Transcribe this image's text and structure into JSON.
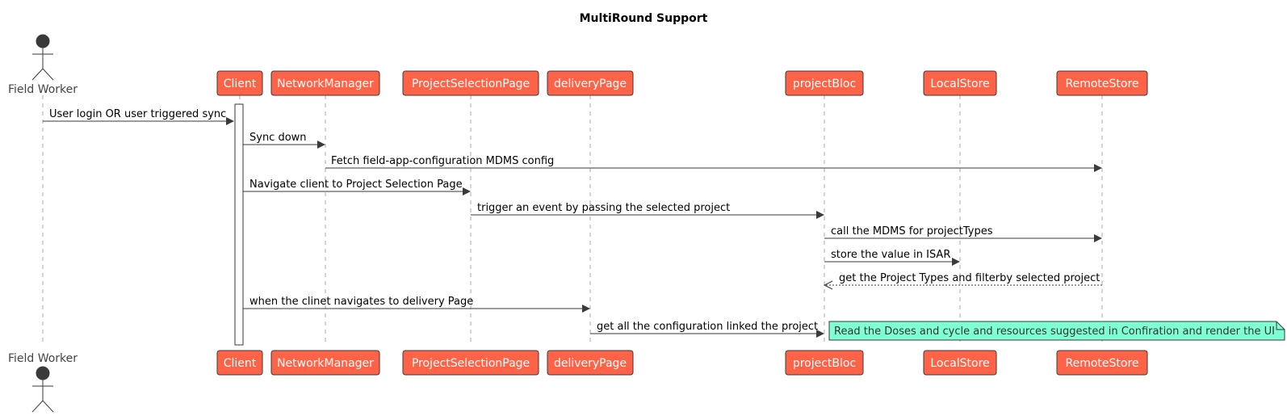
{
  "title": "MultiRound Support",
  "actor": {
    "label": "Field Worker"
  },
  "participants": [
    {
      "id": "client",
      "label": "Client"
    },
    {
      "id": "network",
      "label": "NetworkManager"
    },
    {
      "id": "projsel",
      "label": "ProjectSelectionPage"
    },
    {
      "id": "delivery",
      "label": "deliveryPage"
    },
    {
      "id": "bloc",
      "label": "projectBloc"
    },
    {
      "id": "local",
      "label": "LocalStore"
    },
    {
      "id": "remote",
      "label": "RemoteStore"
    }
  ],
  "messages": [
    {
      "from": "Field Worker",
      "to": "Client",
      "text": "User login OR user triggered sync",
      "style": "solid"
    },
    {
      "from": "Client",
      "to": "NetworkManager",
      "text": "Sync down",
      "style": "solid"
    },
    {
      "from": "NetworkManager",
      "to": "RemoteStore",
      "text": "Fetch field-app-configuration MDMS config",
      "style": "solid"
    },
    {
      "from": "Client",
      "to": "ProjectSelectionPage",
      "text": "Navigate client to Project Selection Page",
      "style": "solid"
    },
    {
      "from": "ProjectSelectionPage",
      "to": "projectBloc",
      "text": "trigger an event by passing the selected project",
      "style": "solid"
    },
    {
      "from": "projectBloc",
      "to": "RemoteStore",
      "text": "call the MDMS for projectTypes",
      "style": "solid"
    },
    {
      "from": "projectBloc",
      "to": "LocalStore",
      "text": "store the value in ISAR",
      "style": "solid"
    },
    {
      "from": "RemoteStore",
      "to": "projectBloc",
      "text": "get the Project Types and filterby selected project",
      "style": "dashed"
    },
    {
      "from": "Client",
      "to": "deliveryPage",
      "text": "when the clinet navigates to delivery Page",
      "style": "solid"
    },
    {
      "from": "deliveryPage",
      "to": "projectBloc",
      "text": "get all the configuration linked the project",
      "style": "solid"
    }
  ],
  "note": {
    "text": "Read the Doses and cycle and resources suggested in Confiration and render the UI"
  },
  "colors": {
    "participant": "#FF6347",
    "note": "#7FFFD4",
    "line": "#3a3a3a"
  }
}
